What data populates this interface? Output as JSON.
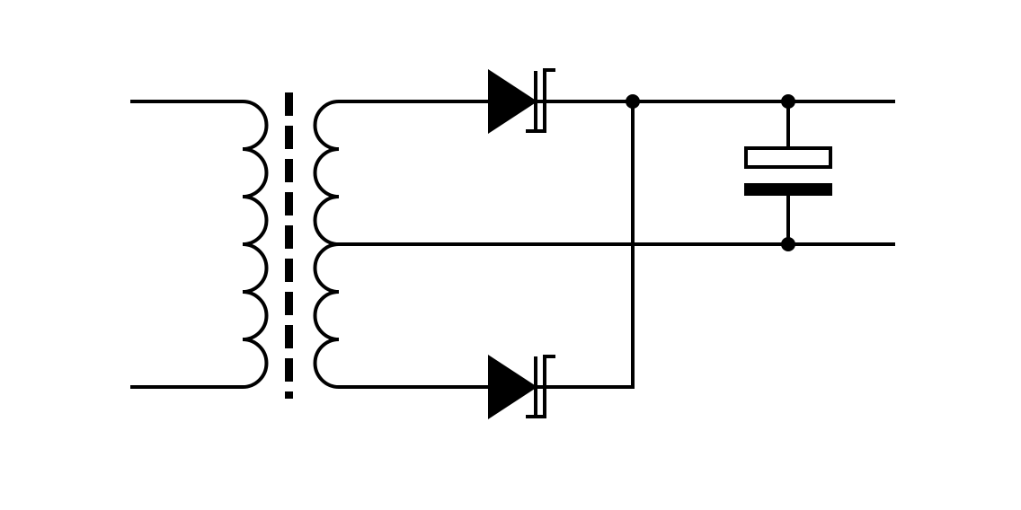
{
  "diagram": {
    "kind": "full-wave center-tapped transformer rectifier with Schottky diodes and filter capacitor",
    "background_color": "#ffffff",
    "stroke_color": "#000000",
    "components": [
      {
        "id": "T1",
        "type": "transformer",
        "core": "dashed"
      },
      {
        "id": "D1",
        "type": "schottky-diode",
        "position": "upper"
      },
      {
        "id": "D2",
        "type": "schottky-diode",
        "position": "lower"
      },
      {
        "id": "C1",
        "type": "polarized-capacitor"
      }
    ],
    "junctions": [
      {
        "id": "J1",
        "net": "positive"
      },
      {
        "id": "J2",
        "net": "positive"
      },
      {
        "id": "J3",
        "net": "center-tap"
      }
    ]
  }
}
